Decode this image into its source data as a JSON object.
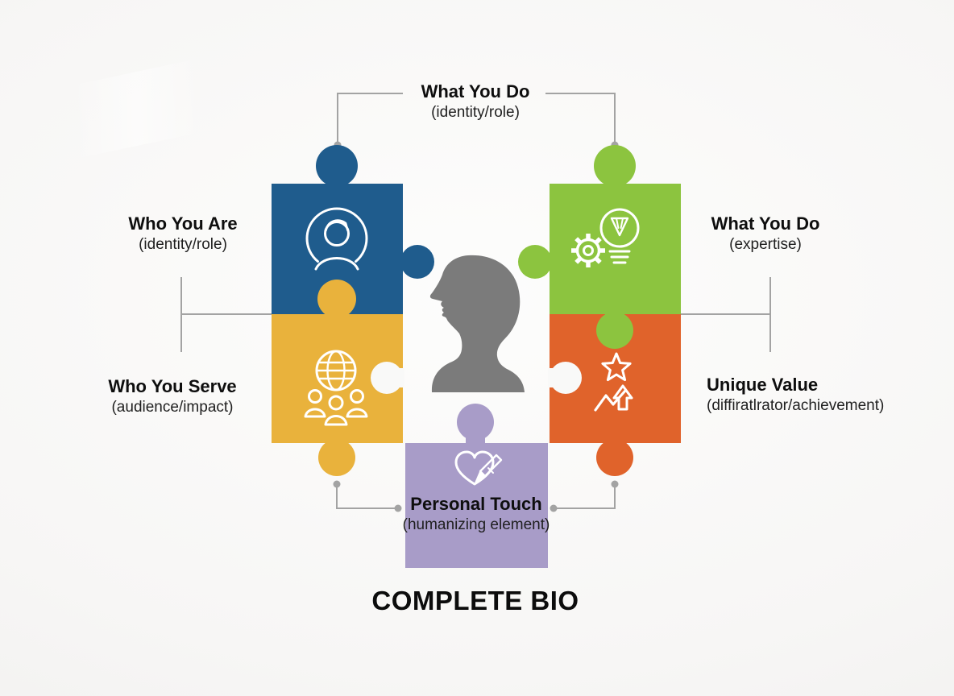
{
  "title": "COMPLETE BIO",
  "colors": {
    "blue": "#1F5C8D",
    "green": "#8CC43F",
    "yellow": "#E9B23C",
    "orange": "#E0632B",
    "purple": "#A89CC8",
    "head": "#7B7B7B",
    "connector": "#A3A3A3",
    "hole": "#F9F9F8",
    "icon_stroke": "#FFFFFF"
  },
  "labels": {
    "top": {
      "title": "What You Do",
      "subtitle": "(identity/role)"
    },
    "left_top": {
      "title": "Who You Are",
      "subtitle": "(identity/role)"
    },
    "left_bottom": {
      "title": "Who You Serve",
      "subtitle": "(audience/impact)"
    },
    "right_top": {
      "title": "What You Do",
      "subtitle": "(expertise)"
    },
    "right_bottom": {
      "title": "Unique Value",
      "subtitle": "(diffiratlrator/achievement)"
    },
    "bottom": {
      "title": "Personal Touch",
      "subtitle": "(humanizing element)"
    }
  },
  "pieces": [
    {
      "id": "who-you-are",
      "color_key": "blue",
      "icon": "person-icon"
    },
    {
      "id": "what-you-do-identity",
      "color_key": "green",
      "icon": "gear-lightbulb-icon"
    },
    {
      "id": "who-you-serve",
      "color_key": "yellow",
      "icon": "globe-people-icon"
    },
    {
      "id": "unique-value",
      "color_key": "orange",
      "icon": "star-growth-arrows-icon"
    },
    {
      "id": "personal-touch",
      "color_key": "purple",
      "icon": "heart-paintbrush-icon"
    }
  ]
}
